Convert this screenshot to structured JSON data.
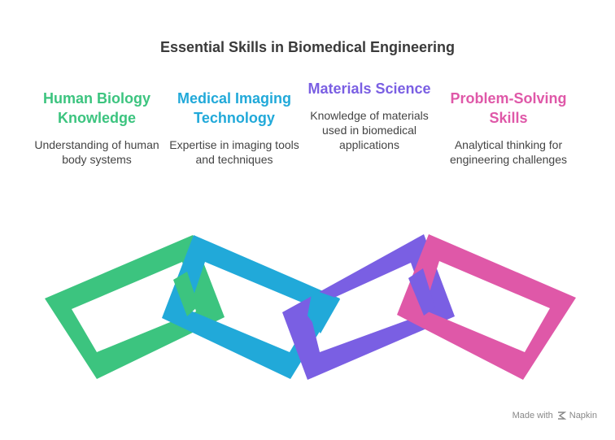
{
  "title": "Essential Skills in Biomedical Engineering",
  "skills": [
    {
      "heading": "Human Biology Knowledge",
      "description": "Understanding of human body systems",
      "color": "#3cc47f"
    },
    {
      "heading": "Medical Imaging Technology",
      "description": "Expertise in imaging tools and techniques",
      "color": "#21a9d9"
    },
    {
      "heading": "Materials Science",
      "description": "Knowledge of materials used in biomedical applications",
      "color": "#7a5fe3"
    },
    {
      "heading": "Problem-Solving Skills",
      "description": "Analytical thinking for engineering challenges",
      "color": "#df58a8"
    }
  ],
  "footer": {
    "made_with": "Made with",
    "brand": "Napkin"
  }
}
